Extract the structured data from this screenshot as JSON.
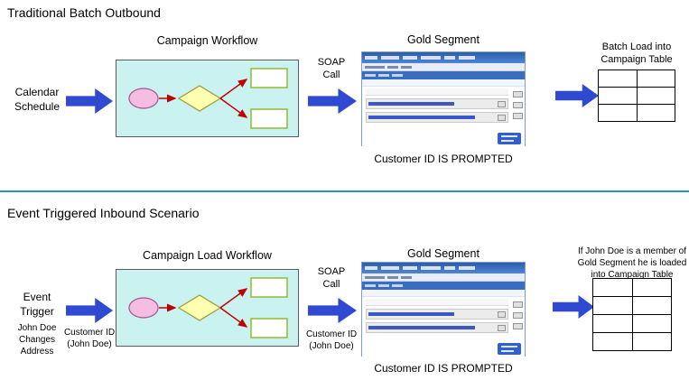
{
  "colors": {
    "block_arrow": "#2f49d1",
    "workflow_box_bg": "#c9f2f0",
    "divider": "#2a8fd0",
    "flow_arrow": "#c00000",
    "start_shape_fill": "#f6bde2",
    "decision_shape_fill": "#ffffb0",
    "process_border": "#8fbc2f"
  },
  "top": {
    "title": "Traditional Batch Outbound",
    "left_label": "Calendar\nSchedule",
    "workflow_title": "Campaign Workflow",
    "soap_label": "SOAP\nCall",
    "segment_title": "Gold Segment",
    "prompt_text": "Customer ID IS PROMPTED",
    "table_title": "Batch Load into\nCampaign Table"
  },
  "bottom": {
    "title": "Event Triggered Inbound Scenario",
    "left_label": "Event\nTrigger",
    "left_sublabel": "John Doe\nChanges\nAddress",
    "arrow_sublabel": "Customer ID\n(John Doe)",
    "workflow_title": "Campaign Load Workflow",
    "soap_label": "SOAP\nCall",
    "soap_sublabel": "Customer ID\n(John Doe)",
    "segment_title": "Gold Segment",
    "prompt_text": "Customer ID IS PROMPTED",
    "table_title": "If John Doe is a member of\nGold Segment he is loaded\ninto Campaign Table"
  }
}
